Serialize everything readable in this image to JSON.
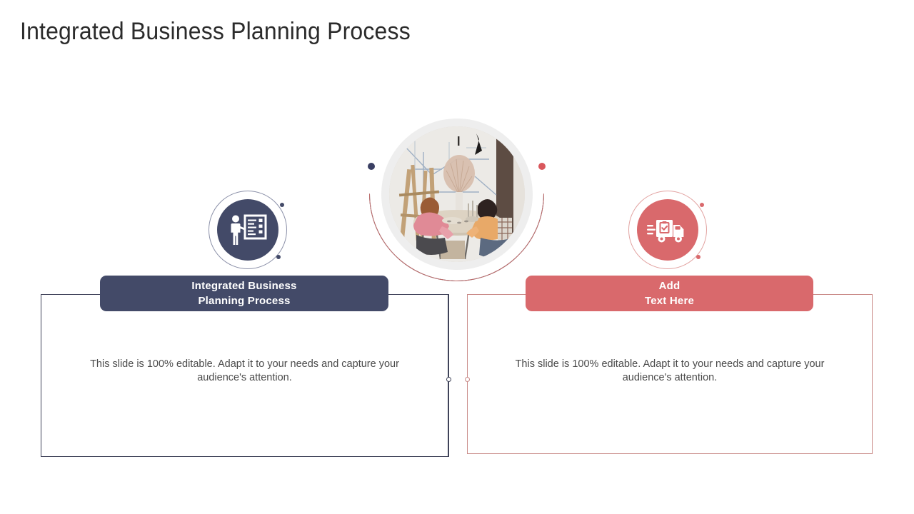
{
  "slide": {
    "title": "Integrated Business Planning Process",
    "background_color": "#ffffff"
  },
  "theme": {
    "navy": "#434a68",
    "coral": "#d9696c",
    "navy_outline": "#3f4359",
    "coral_outline": "#c98a87",
    "title_color": "#2b2b2b",
    "body_text_color": "#4a4a4a",
    "photo_ring_color": "#eeeeee"
  },
  "center": {
    "photo_alt": "Two people working at a studio workbench",
    "left_arc_color": "#3f4359",
    "right_arc_color": "#c26d6b",
    "left_cap_dot_color": "#3a3f63",
    "right_cap_dot_color": "#d9575c"
  },
  "nodes": [
    {
      "id": "left",
      "icon_name": "presentation-board-person-icon",
      "icon_color": "#434a68",
      "badge_label_line1": "Integrated Business",
      "badge_label_line2": "Planning Process",
      "badge_color": "#434a68",
      "body_text": "This slide is 100% editable. Adapt it to your needs and capture your audience's attention."
    },
    {
      "id": "right",
      "icon_name": "delivery-truck-checklist-icon",
      "icon_color": "#d9696c",
      "badge_label_line1": "Add",
      "badge_label_line2": "Text Here",
      "badge_color": "#d9696c",
      "body_text": "This slide is 100% editable. Adapt it to your needs and capture your audience's attention."
    }
  ]
}
